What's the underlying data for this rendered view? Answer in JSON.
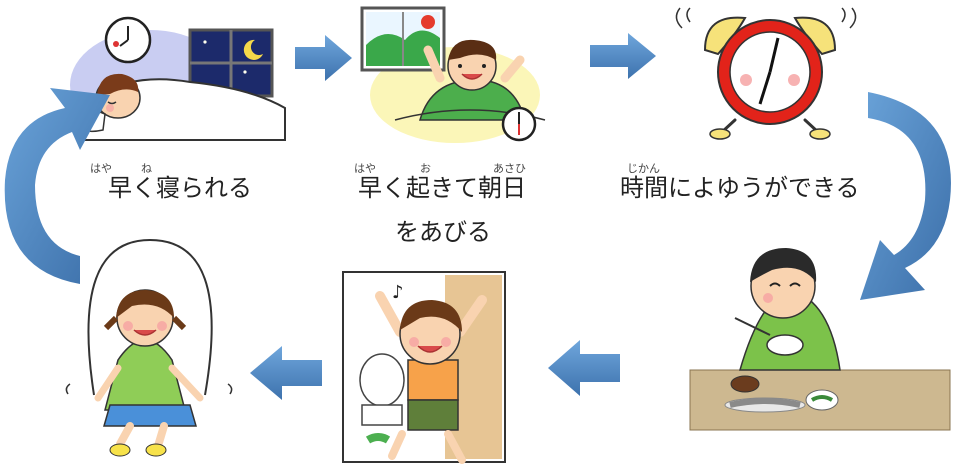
{
  "steps": {
    "sleep": {
      "label": "早く寝られる",
      "ruby": [
        "はや",
        "ね"
      ]
    },
    "wake": {
      "line1": "早く起きて朝日",
      "line2": "をあびる",
      "ruby": [
        "はや",
        "お",
        "あさひ"
      ]
    },
    "time": {
      "label": "時間によゆうができる",
      "ruby": [
        "じかん"
      ]
    }
  },
  "icons": {
    "sleep": "sleeping-child-icon",
    "wake": "waking-child-icon",
    "clock": "alarm-clock-icon",
    "breakfast": "eating-breakfast-icon",
    "toilet": "toilet-child-icon",
    "exercise": "jump-rope-girl-icon"
  },
  "colors": {
    "arrow_blue": "#4f81bd",
    "arrow_blue_light": "#5b9bd5",
    "clock_red": "#e2231a",
    "clock_yellow": "#f6e27a"
  }
}
